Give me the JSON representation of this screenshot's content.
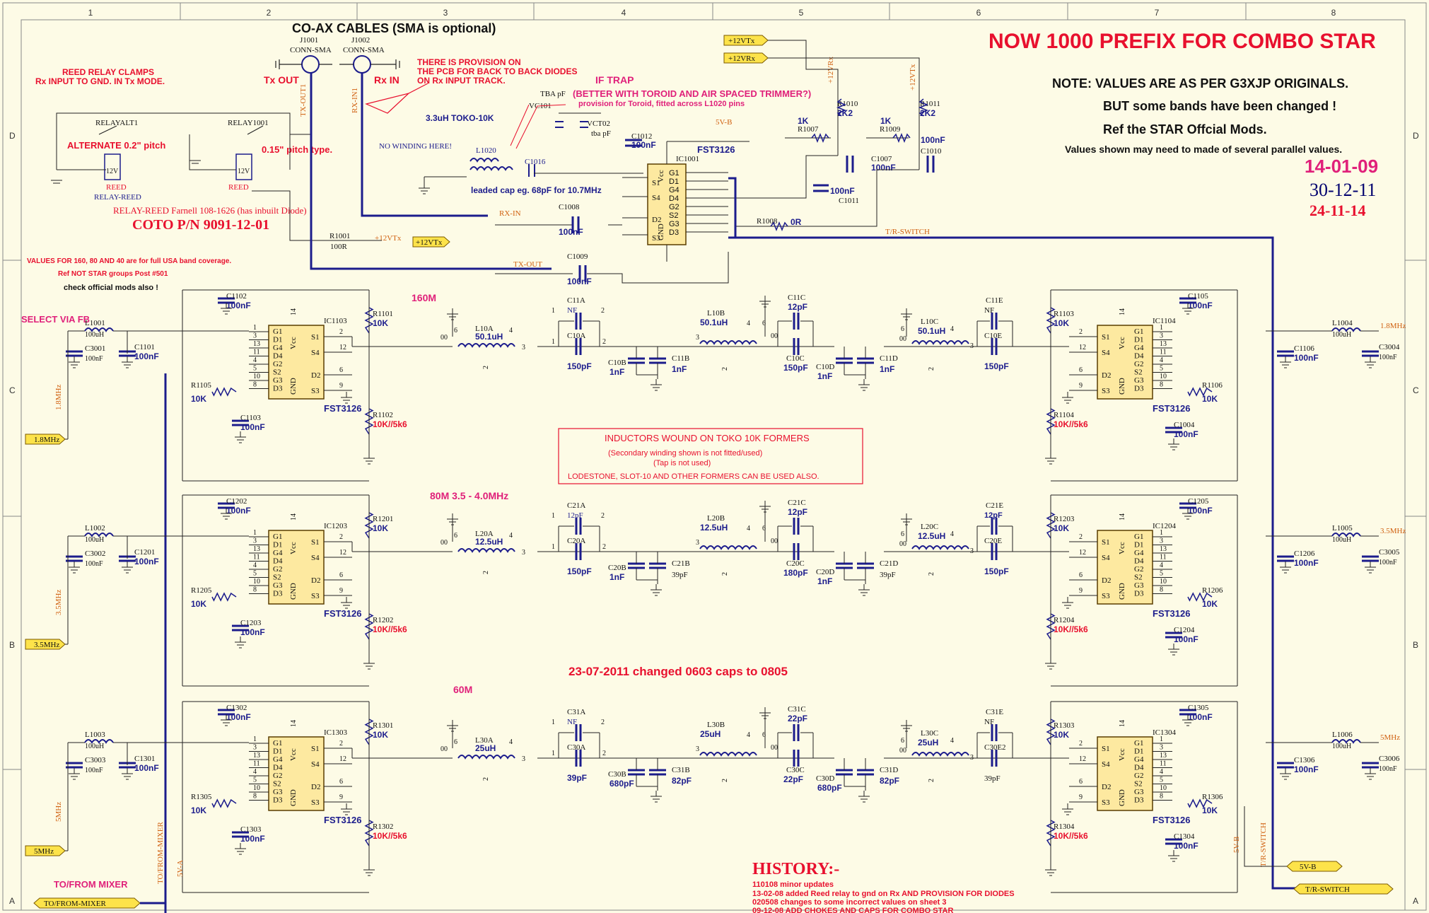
{
  "frame": {
    "cols": [
      "1",
      "2",
      "3",
      "4",
      "5",
      "6",
      "7",
      "8"
    ],
    "rows": [
      "D",
      "C",
      "B",
      "A"
    ]
  },
  "title": "NOW  1000 PREFIX FOR COMBO STAR",
  "notes": {
    "n1": "NOTE:   VALUES ARE AS PER G3XJP ORIGINALS.",
    "n2": "BUT some bands have been changed !",
    "n3": "Ref the STAR Offcial Mods.",
    "n4": "Values shown may need to made of several parallel values."
  },
  "dates": [
    "14-01-09",
    "30-12-11",
    "24-11-14"
  ],
  "coax": {
    "title": "CO-AX CABLES (SMA is optional)",
    "j1": "J1001",
    "j1type": "CONN-SMA",
    "j2": "J1002",
    "j2type": "CONN-SMA",
    "txout": "Tx OUT",
    "rxin": "Rx IN",
    "txnet": "TX-OUT",
    "rxnet": "RX-IN"
  },
  "provision": [
    "THERE IS PROVISION ON",
    "THE PCB FOR BACK TO BACK DIODES",
    "ON Rx INPUT TRACK."
  ],
  "iftrap": {
    "title": "IF TRAP",
    "sub": "(BETTER WITH TOROID AND AIR SPACED TRIMMER?)",
    "prov": "provision for Toroid, fitted across L1020 pins",
    "tba1": "TBA pF",
    "vc1": "VC101",
    "vc2": "VCT02",
    "tba2": "tba pF",
    "toko": "3.3uH TOKO-10K",
    "nowind": "NO WINDING HERE!",
    "l1020": "L1020",
    "c1016": "C1016",
    "leaded": "leaded cap eg. 68pF for 10.7MHz"
  },
  "reed": {
    "clamps1": "REED RELAY CLAMPS",
    "clamps2": "Rx INPUT TO GND. IN Tx MODE.",
    "relayalt": "RELAYALT1",
    "alt": "ALTERNATE 0.2\" pitch",
    "relay1001": "RELAY1001",
    "pitch": "0.15\" pitch type.",
    "v12": "12V",
    "reedlbl": "REED",
    "relayreed": "RELAY-REED",
    "farnell": "RELAY-REED Farnell 108-1626 (has inbuilt Diode)",
    "coto": "COTO P/N 9091-12-01",
    "r1001": "R1001",
    "r1001v": "100R",
    "v12tx": "+12VTx"
  },
  "usa": {
    "l1": "VALUES FOR 160, 80 AND 40 are for full USA band coverage.",
    "l2": "Ref NOT STAR groups Post #501",
    "l3": "check official mods also !"
  },
  "selectfb": "SELECT VIA FB",
  "switchic": {
    "ref": "IC1001",
    "part": "FST3126",
    "c1012": "C1012",
    "c1012v": "100nF",
    "c1008": "C1008",
    "c1008v": "100nF",
    "c1009": "C1009",
    "c1009v": "100nF",
    "r1007": "R1007",
    "r1007v": "1K",
    "r1010": "R1010",
    "r1010v": "2K2",
    "r1009": "R1009",
    "r1009v": "1K",
    "r1011": "R1011",
    "r1011v": "2K2",
    "c1007": "C1007",
    "c1007v": "100nF",
    "c1010": "C1010",
    "c1010v": "100nF",
    "c1011": "C1011",
    "c1011v": "100nF",
    "r1008": "R1008",
    "r1008v": "0R",
    "v5b": "5V-B",
    "trswitch": "T/R-SWITCH",
    "p12vtx": "+12VTx",
    "p12vrx": "+12VRx",
    "p12vrx_net": "+12VRx",
    "p12vtx_net": "+12VTx"
  },
  "bands": [
    {
      "label": "160M",
      "lpfreq": "1.8MHz",
      "lpfreqr": "1.8MHz",
      "ici": "IC1103",
      "ico": "IC1104",
      "ld": "L1001",
      "ldv": "100uH",
      "cd": "C3001",
      "cdv": "100nF",
      "ci": "C1101",
      "civ": "100nF",
      "ldr": "L1004",
      "ldrv": "100uH",
      "cdr": "C3004",
      "cdrv": "100nF",
      "cir": "C1106",
      "cirv": "100nF",
      "rin1": "R1101",
      "rin1v": "10K",
      "rin2": "R1102",
      "rin2v": "10K//5k6",
      "rsw": "R1105",
      "rswv": "10K",
      "cdec1": "C1102",
      "cdec2": "C1103",
      "rout1": "R1103",
      "rout1v": "10K",
      "rout2": "R1104",
      "rout2v": "10K//5k6",
      "rswr": "R1106",
      "rswrv": "10K",
      "cdec3": "C1105",
      "cdec4": "C1004",
      "la": "L10A",
      "lav": "50.1uH",
      "lb": "L10B",
      "lbv": "50.1uH",
      "lc": "L10C",
      "lcv": "50.1uH",
      "ca": "C11A",
      "cat": "NF",
      "ca2": "C10A",
      "ca2v": "150pF",
      "cb1": "C10B",
      "cb1v": "1nF",
      "cb2": "C11B",
      "cb2v": "1nF",
      "cc": "C11C",
      "ccv": "12pF",
      "cc2": "C10C",
      "cc2v": "150pF",
      "cd1": "C10D",
      "cd1v": "1nF",
      "cd2": "C11D",
      "cd2v": "1nF",
      "ce": "C11E",
      "cet": "NF",
      "ce2": "C10E",
      "ce2v": "150pF"
    },
    {
      "label": "80M   3.5  - 4.0MHz",
      "lpfreq": "3.5MHz",
      "lpfreqr": "3.5MHz",
      "ici": "IC1203",
      "ico": "IC1204",
      "ld": "L1002",
      "ldv": "100uH",
      "cd": "C3002",
      "cdv": "100nF",
      "ci": "C1201",
      "civ": "100nF",
      "ldr": "L1005",
      "ldrv": "100uH",
      "cdr": "C3005",
      "cdrv": "100nF",
      "cir": "C1206",
      "cirv": "100nF",
      "rin1": "R1201",
      "rin1v": "10K",
      "rin2": "R1202",
      "rin2v": "10K//5k6",
      "rsw": "R1205",
      "rswv": "10K",
      "cdec1": "C1202",
      "cdec2": "C1203",
      "rout1": "R1203",
      "rout1v": "10K",
      "rout2": "R1204",
      "rout2v": "10K//5k6",
      "rswr": "R1206",
      "rswrv": "10K",
      "cdec3": "C1205",
      "cdec4": "C1204",
      "la": "L20A",
      "lav": "12.5uH",
      "lb": "L20B",
      "lbv": "12.5uH",
      "lc": "L20C",
      "lcv": "12.5uH",
      "ca": "C21A",
      "cat": "12pF",
      "ca2": "C20A",
      "ca2v": "150pF",
      "cb1": "C20B",
      "cb1v": "1nF",
      "cb2": "C21B",
      "cb2v": "39pF",
      "cc": "C21C",
      "ccv": "12pF",
      "cc2": "C20C",
      "cc2v": "180pF",
      "cd1": "C20D",
      "cd1v": "1nF",
      "cd2": "C21D",
      "cd2v": "39pF",
      "ce": "C21E",
      "cet": "12pF",
      "ce2": "C20E",
      "ce2v": "150pF"
    },
    {
      "label": "60M",
      "lpfreq": "5MHz",
      "lpfreqr": "5MHz",
      "ici": "IC1303",
      "ico": "IC1304",
      "ld": "L1003",
      "ldv": "100uH",
      "cd": "C3003",
      "cdv": "100nF",
      "ci": "C1301",
      "civ": "100nF",
      "ldr": "L1006",
      "ldrv": "100uH",
      "cdr": "C3006",
      "cdrv": "100nF",
      "cir": "C1306",
      "cirv": "100nF",
      "rin1": "R1301",
      "rin1v": "10K",
      "rin2": "R1302",
      "rin2v": "10K//5k6",
      "rsw": "R1305",
      "rswv": "10K",
      "cdec1": "C1302",
      "cdec2": "C1303",
      "rout1": "R1303",
      "rout1v": "10K",
      "rout2": "R1304",
      "rout2v": "10K//5k6",
      "rswr": "R1306",
      "rswrv": "10K",
      "cdec3": "C1305",
      "cdec4": "C1304",
      "la": "L30A",
      "lav": "25uH",
      "lb": "L30B",
      "lbv": "25uH",
      "lc": "L30C",
      "lcv": "25uH",
      "ca": "C31A",
      "cat": "NF",
      "ca2": "C30A",
      "ca2v": "39pF",
      "cb1": "C30B",
      "cb1v": "680pF",
      "cb2": "C31B",
      "cb2v": "82pF",
      "cc": "C31C",
      "ccv": "22pF",
      "cc2": "C30C",
      "cc2v": "22pF",
      "cd1": "C30D",
      "cd1v": "680pF",
      "cd2": "C31D",
      "cd2v": "82pF",
      "ce": "C31E",
      "cet": "NF",
      "ce2": "C30E2",
      "ce2v": "39pF"
    }
  ],
  "icpins": {
    "left": [
      "1",
      "3",
      "13",
      "11",
      "4",
      "5",
      "10",
      "8"
    ],
    "right": [
      "2",
      "12",
      "6",
      "9"
    ],
    "names": [
      "G1",
      "D1",
      "G4",
      "D4",
      "G2",
      "S2",
      "G3",
      "D3"
    ],
    "rnames": [
      "S1",
      "S4",
      "D2",
      "S3"
    ],
    "vcc": "Vcc",
    "gnd": "GND",
    "pin14": "14",
    "part": "FST3126",
    "cap": "100nF"
  },
  "inductorpins": {
    "p6": "6",
    "p4": "4",
    "p3": "3",
    "p2": "2",
    "p1": "1",
    "p00": "00"
  },
  "toko": [
    "INDUCTORS WOUND ON TOKO 10K FORMERS",
    "(Secondary winding shown is not fitted/used)",
    "(Tap is not used)",
    "LODESTONE, SLOT-10  AND OTHER FORMERS CAN BE USED ALSO."
  ],
  "changed": "23-07-2011   changed 0603 caps to 0805",
  "history": {
    "title": "HISTORY:-",
    "lines": [
      "110108 minor updates",
      "13-02-08 added Reed relay to gnd on Rx AND PROVISION FOR DIODES",
      "020508  changes to some incorrect values on sheet 3",
      "09-12-08 ADD CHOKES AND CAPS FOR COMBO STAR"
    ]
  },
  "nets": {
    "txout1": "TX-OUT1",
    "rxin1": "RX-IN1",
    "tofrom": "TO/FROM-MIXER",
    "tofromlbl": "TO/FROM MIXER",
    "v5a": "5V-A",
    "v5b": "5V-B",
    "trsw": "T/R-SWITCH",
    "v5bport": "5V-B",
    "trport": "T/R-SWITCH"
  }
}
